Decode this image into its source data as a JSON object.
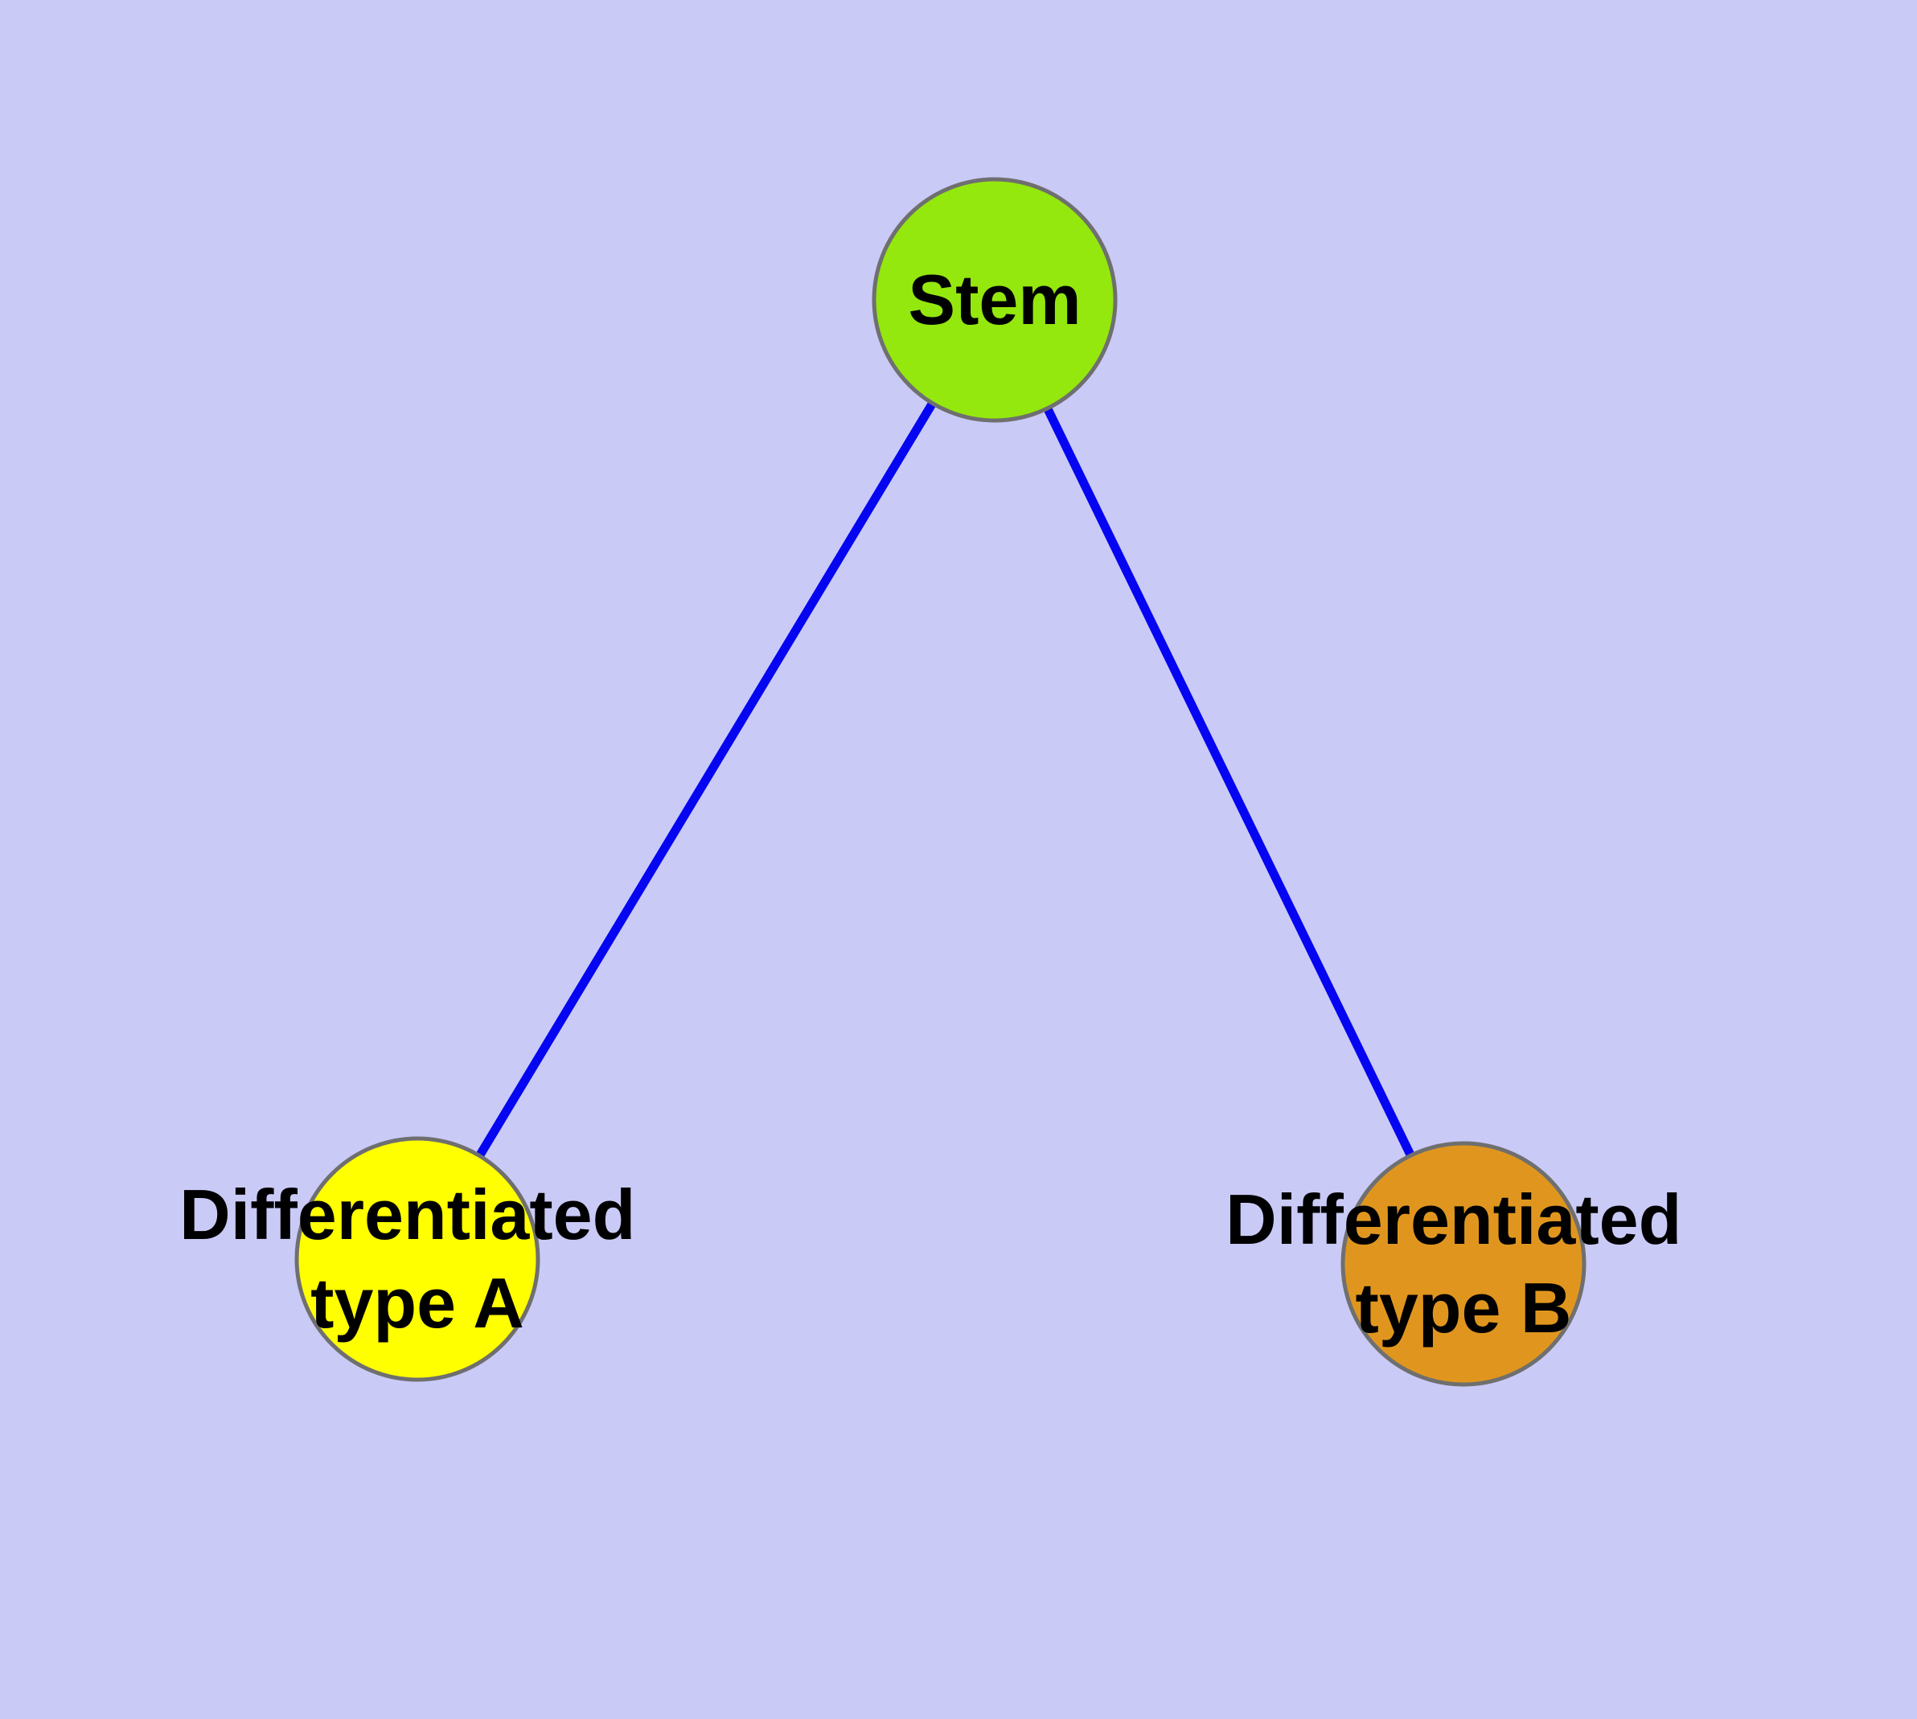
{
  "diagram": {
    "type": "graph",
    "background_color": "#CACAF7",
    "edge_color": "#0505F2",
    "node_border_color": "#6F6F6F",
    "text_color": "#000000",
    "nodes": {
      "stem": {
        "label": "Stem",
        "fill": "#94E80D"
      },
      "type_a": {
        "label_line1": "Differentiated",
        "label_line2": "type A",
        "label_full": "Differentiated type A",
        "fill": "#FFFF00"
      },
      "type_b": {
        "label_line1": "Differentiated",
        "label_line2": "type B",
        "label_full": "Differentiated type B",
        "fill": "#E0961E"
      }
    },
    "edges": [
      {
        "from": "Stem",
        "to": "Differentiated type A"
      },
      {
        "from": "Stem",
        "to": "Differentiated type B"
      }
    ]
  }
}
